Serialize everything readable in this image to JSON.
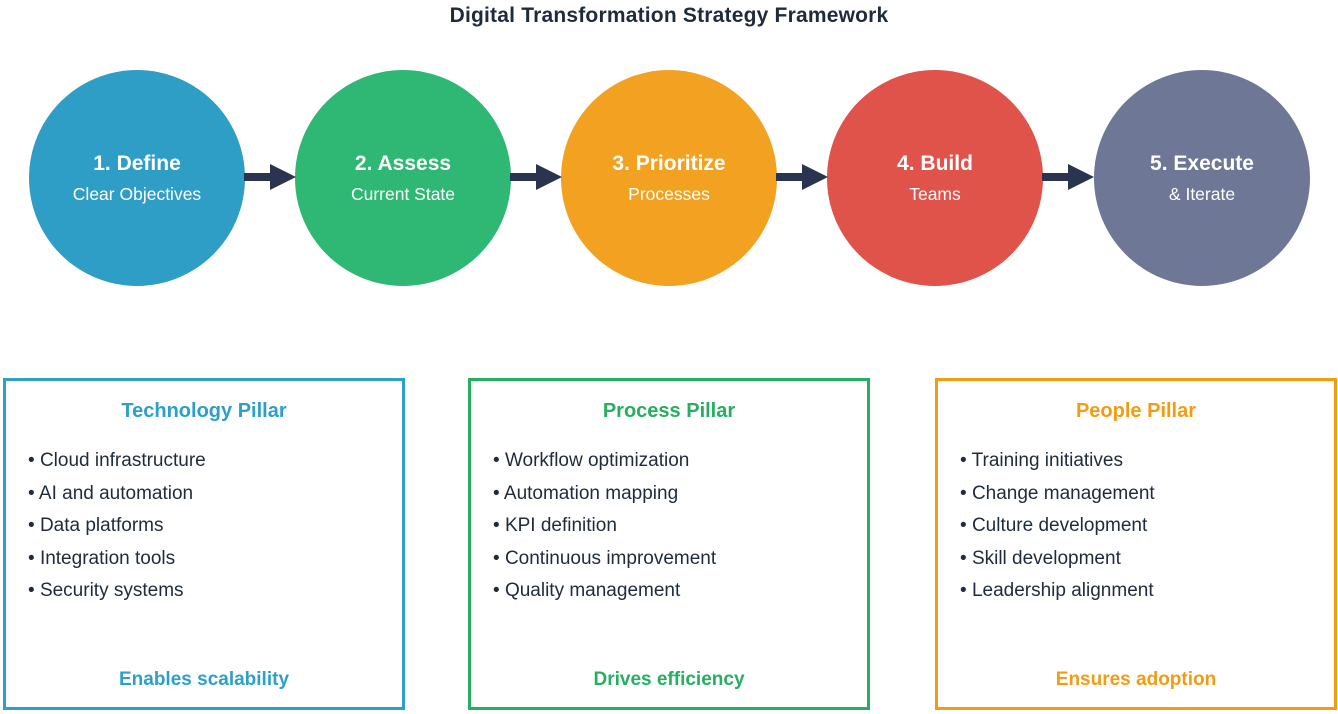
{
  "title": "Digital Transformation Strategy Framework",
  "bullet_char": "• ",
  "colors": {
    "ink": "#1f2b3d",
    "arrow": "#2a3450",
    "background": "#ffffff"
  },
  "steps": [
    {
      "label": "1. Define",
      "sublabel": "Clear Objectives",
      "color": "#2f9ec6"
    },
    {
      "label": "2. Assess",
      "sublabel": "Current State",
      "color": "#2eb873"
    },
    {
      "label": "3. Prioritize",
      "sublabel": "Processes",
      "color": "#f2a220"
    },
    {
      "label": "4. Build",
      "sublabel": "Teams",
      "color": "#e0534a"
    },
    {
      "label": "5. Execute",
      "sublabel": "& Iterate",
      "color": "#6e7795"
    }
  ],
  "pillars": [
    {
      "title": "Technology Pillar",
      "color": "#2e9fc9",
      "items": [
        "Cloud infrastructure",
        "AI and automation",
        "Data platforms",
        "Integration tools",
        "Security systems"
      ],
      "footer": "Enables scalability"
    },
    {
      "title": "Process Pillar",
      "color": "#27ae60",
      "items": [
        "Workflow optimization",
        "Automation mapping",
        "KPI definition",
        "Continuous improvement",
        "Quality management"
      ],
      "footer": "Drives efficiency"
    },
    {
      "title": "People Pillar",
      "color": "#f39c12",
      "items": [
        "Training initiatives",
        "Change management",
        "Culture development",
        "Skill development",
        "Leadership alignment"
      ],
      "footer": "Ensures adoption"
    }
  ]
}
